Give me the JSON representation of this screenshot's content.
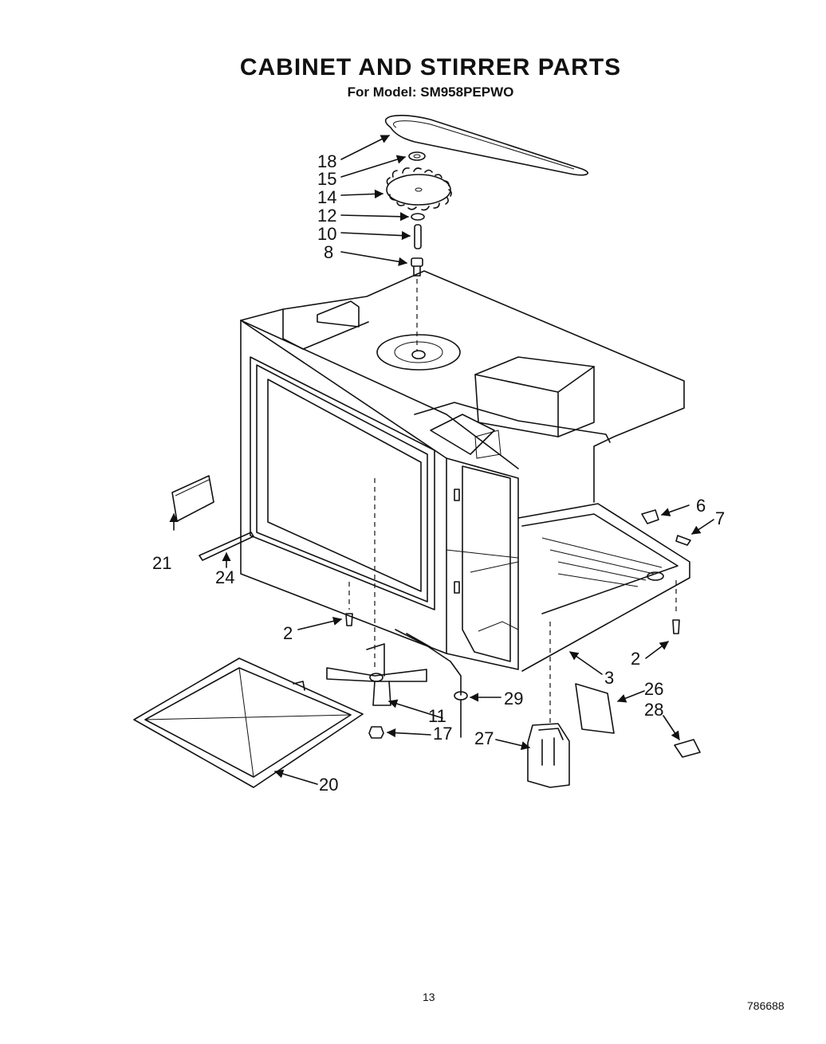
{
  "title": "CABINET AND STIRRER PARTS",
  "subtitle": "For Model: SM958PEPWO",
  "callouts": {
    "p18": "18",
    "p15": "15",
    "p14": "14",
    "p12": "12",
    "p10": "10",
    "p8": "8",
    "p6": "6",
    "p7": "7",
    "p21": "21",
    "p24": "24",
    "p2a": "2",
    "p2b": "2",
    "p3": "3",
    "p26": "26",
    "p28": "28",
    "p29": "29",
    "p11": "11",
    "p17": "17",
    "p27": "27",
    "p20": "20"
  },
  "footer": {
    "page_number": "13",
    "doc_code": "786688"
  }
}
